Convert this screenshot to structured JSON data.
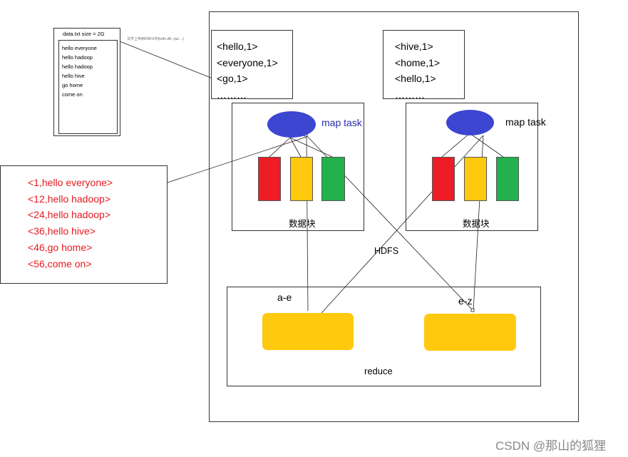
{
  "file": {
    "title": "data.txt size = 2G",
    "lines": [
      "hello everyone",
      "hello hadoop",
      "hello hadoop",
      "hello hive",
      "go home",
      "come on"
    ],
    "upload_note": "文件上传到HDFS中(hdfs dfs -put ...)"
  },
  "offsets": {
    "lines": [
      "<1,hello everyone>",
      "<12,hello hadoop>",
      "<24,hello hadoop>",
      "<36,hello hive>",
      "<46,go home>",
      "<56,come on>"
    ]
  },
  "map_output_left": [
    "<hello,1>",
    "<everyone,1>",
    "<go,1>",
    "………"
  ],
  "map_output_right": [
    "<hive,1>",
    "<home,1>",
    "<hello,1>",
    "………"
  ],
  "map_left": {
    "label": "map task",
    "block_label": "数据块"
  },
  "map_right": {
    "label": "map task",
    "block_label": "数据块"
  },
  "hdfs_label": "HDFS",
  "reduce": {
    "label": "reduce",
    "range_left": "a-e",
    "range_right": "e-z"
  },
  "colors": {
    "ellipse": "#3c46d0",
    "block_red": "#ee1c25",
    "block_yellow": "#ffc90e",
    "block_green": "#22b14c",
    "offset_text": "#e8191f",
    "map_label_left": "#2b2baf"
  },
  "watermark": "CSDN @那山的狐狸"
}
